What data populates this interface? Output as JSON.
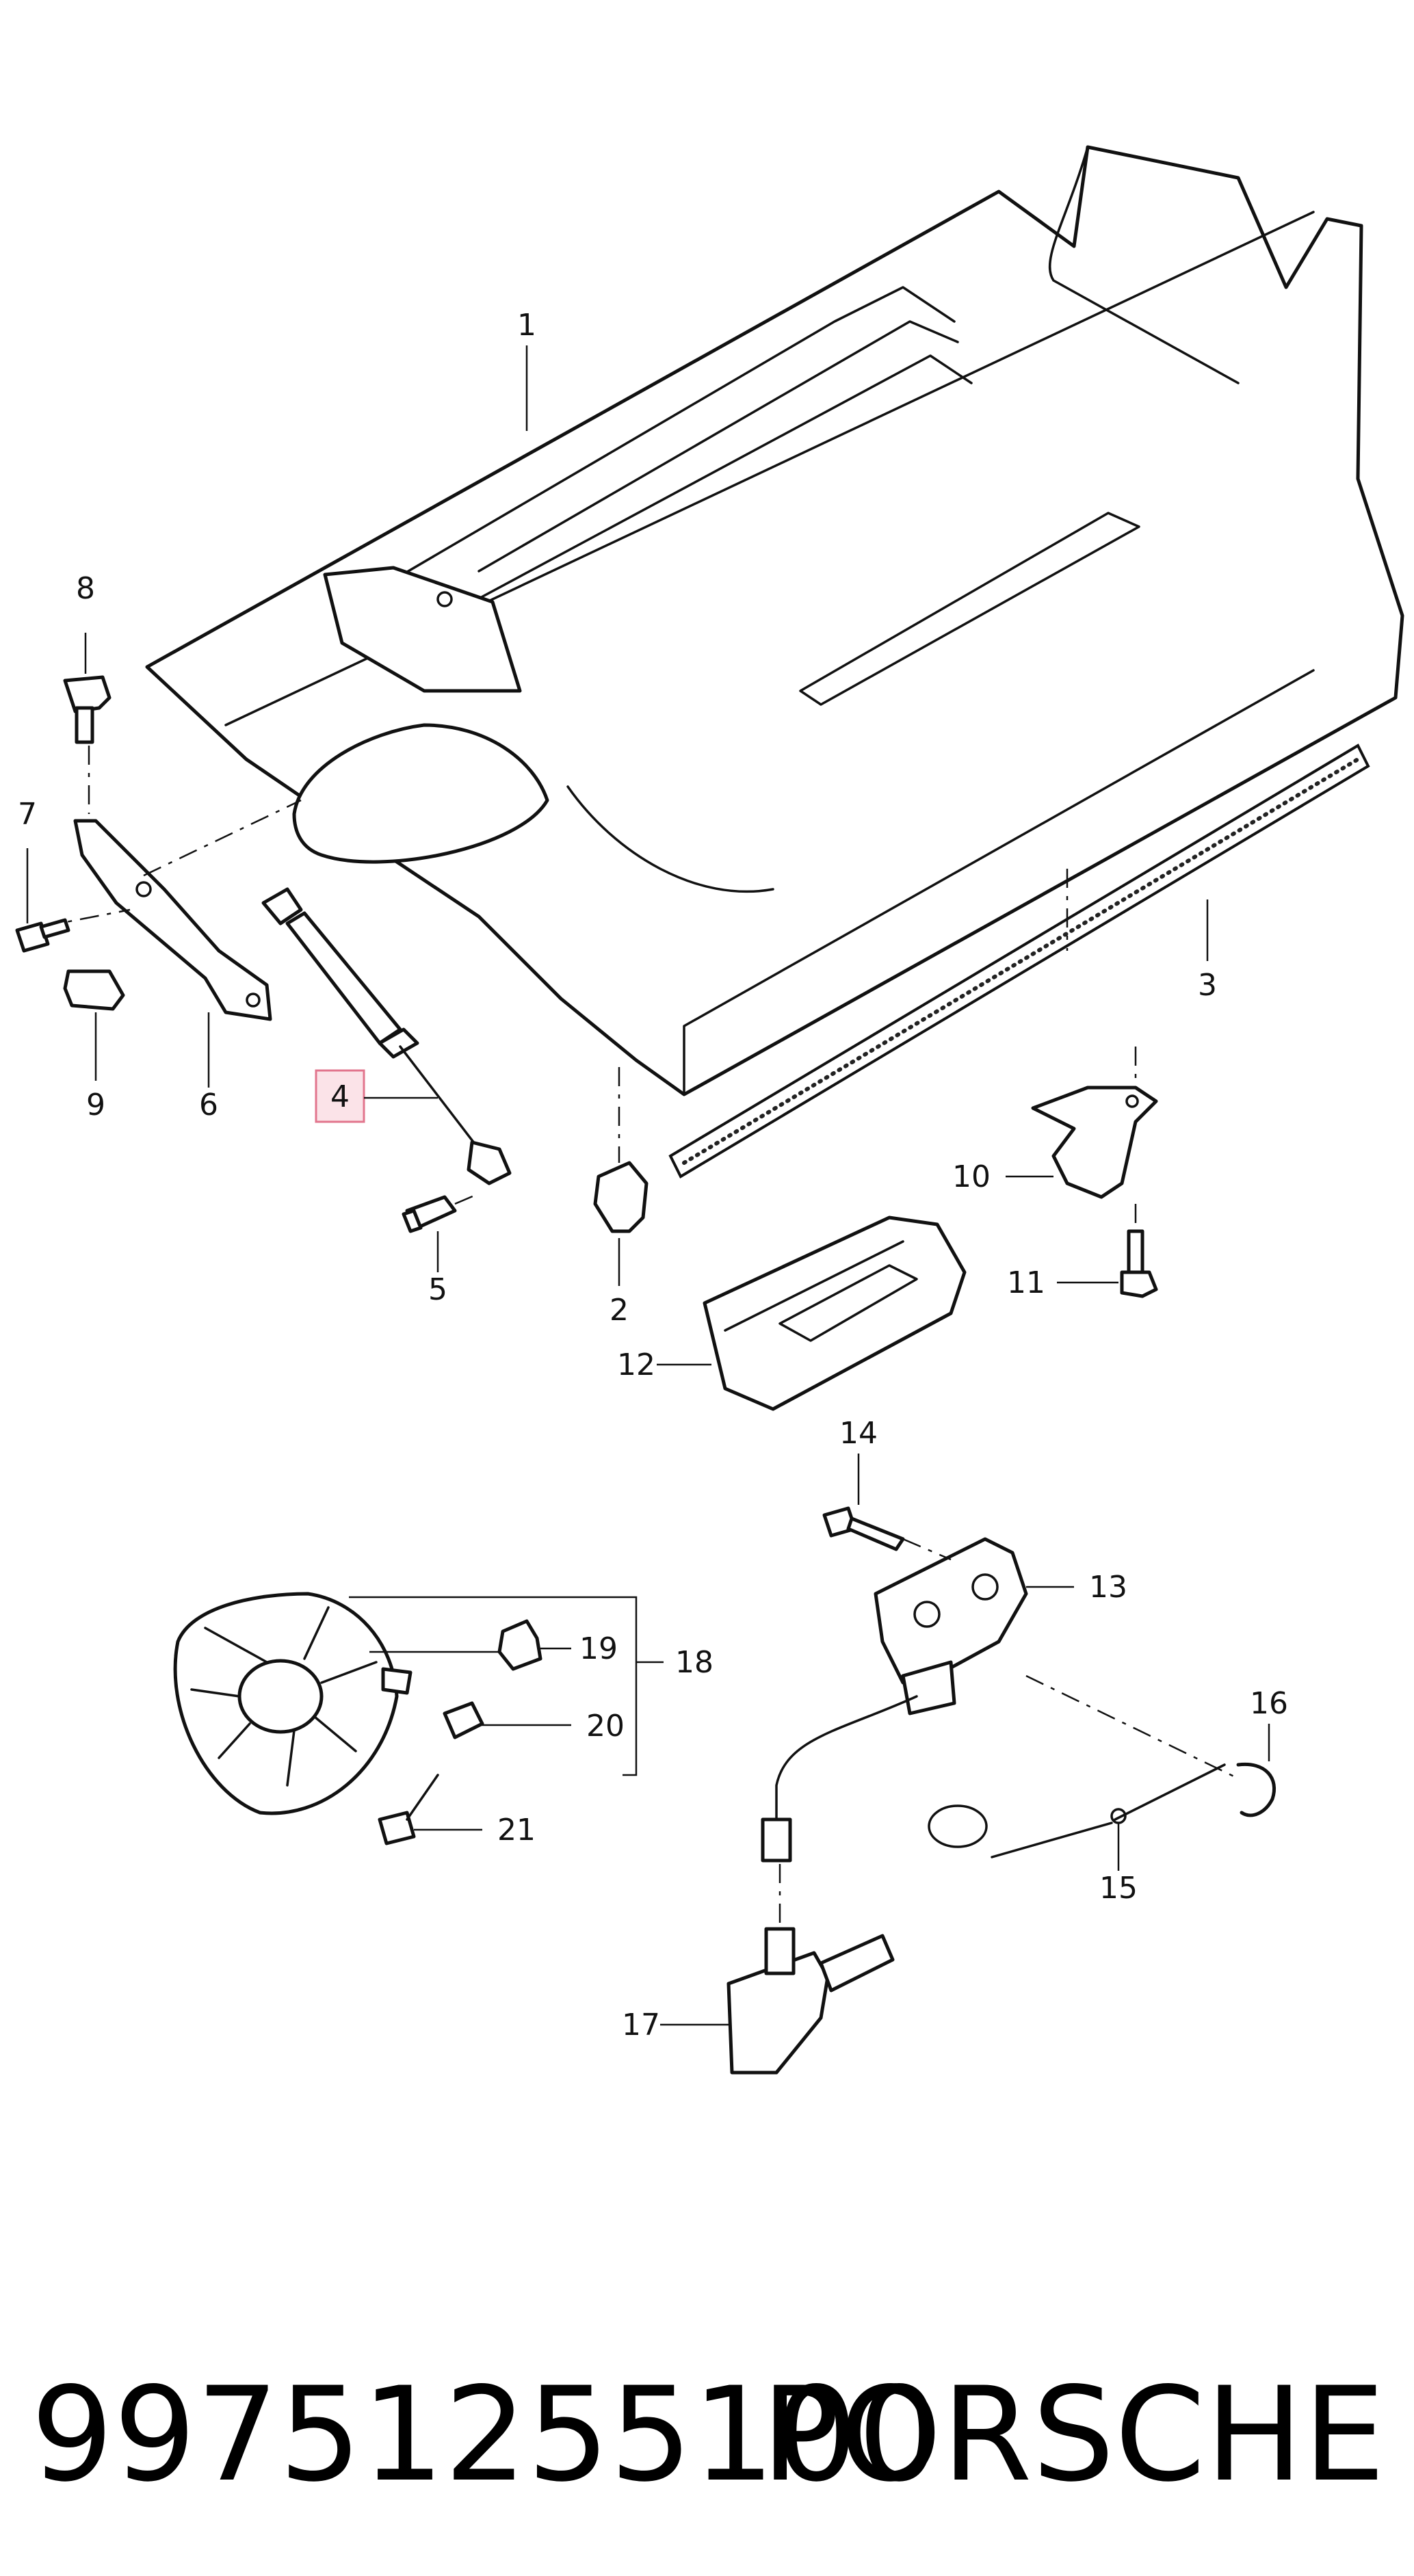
{
  "callouts": {
    "c1": "1",
    "c2": "2",
    "c3": "3",
    "c4": "4",
    "c5": "5",
    "c6": "6",
    "c7": "7",
    "c8": "8",
    "c9": "9",
    "c10": "10",
    "c11": "11",
    "c12": "12",
    "c13": "13",
    "c14": "14",
    "c15": "15",
    "c16": "16",
    "c17": "17",
    "c18": "18",
    "c19": "19",
    "c20": "20",
    "c21": "21"
  },
  "highlight": {
    "callout": "4",
    "fill": "#fbe3e8",
    "stroke": "#e2758d"
  },
  "footer": {
    "part_number": "99751255100",
    "brand": "PORSCHE"
  }
}
